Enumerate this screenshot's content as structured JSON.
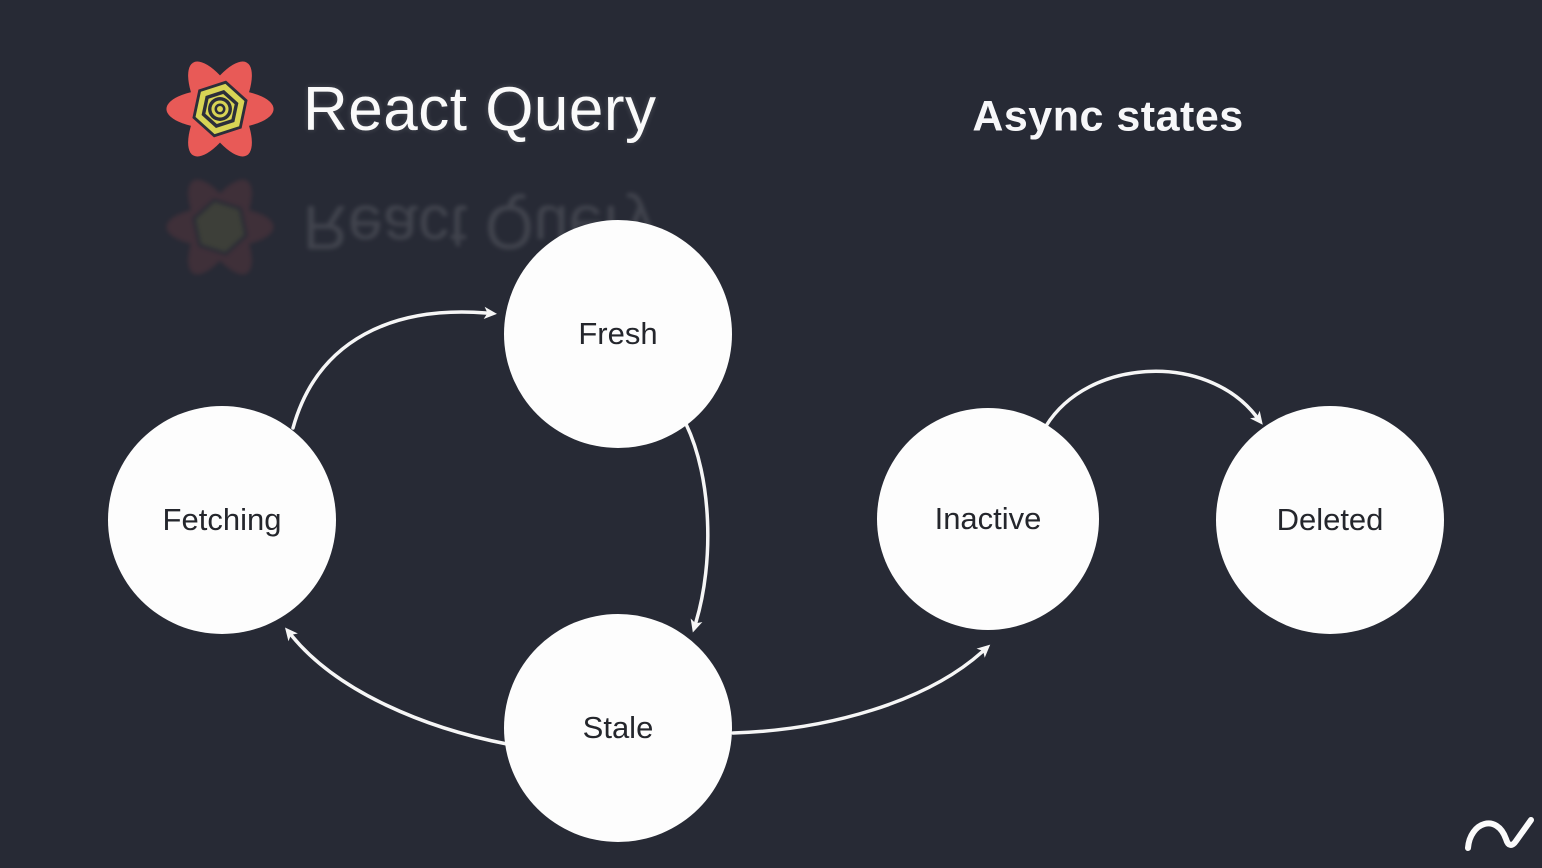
{
  "page": {
    "background_color": "#272a35",
    "heading": "Async states"
  },
  "brand": {
    "name": "React Query"
  },
  "logo": {
    "icon": "react-query-flower-logo",
    "petal_color": "#e85a57",
    "core_color": "#d8d455",
    "core_dark_color": "#2b2e3a"
  },
  "diagram": {
    "type": "state-diagram",
    "node_fill": "#fdfdfd",
    "node_text_color": "#24262c",
    "arrow_color": "#f6f6f6",
    "nodes": [
      {
        "id": "fresh",
        "label": "Fresh"
      },
      {
        "id": "fetching",
        "label": "Fetching"
      },
      {
        "id": "stale",
        "label": "Stale"
      },
      {
        "id": "inactive",
        "label": "Inactive"
      },
      {
        "id": "deleted",
        "label": "Deleted"
      }
    ],
    "edges": [
      {
        "from": "fetching",
        "to": "fresh"
      },
      {
        "from": "fresh",
        "to": "stale"
      },
      {
        "from": "stale",
        "to": "fetching"
      },
      {
        "from": "stale",
        "to": "inactive"
      },
      {
        "from": "inactive",
        "to": "deleted"
      }
    ]
  },
  "watermark": {
    "icon": "signature-squiggle"
  }
}
